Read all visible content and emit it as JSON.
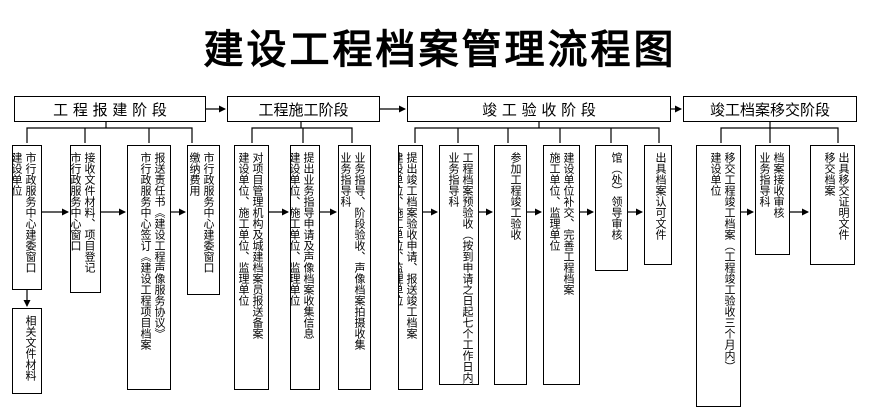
{
  "title": "建设工程档案管理流程图",
  "phases": [
    {
      "id": "p1",
      "label": "工 程 报 建 阶 段"
    },
    {
      "id": "p2",
      "label": "工程施工阶段"
    },
    {
      "id": "p3",
      "label": "竣  工  验  收  阶  段"
    },
    {
      "id": "p4",
      "label": "竣工档案移交阶段"
    }
  ],
  "steps": [
    {
      "id": "s1",
      "phase": "p1",
      "text": "市行政服务中心建委窗口\n建设单位"
    },
    {
      "id": "s1b",
      "phase": "p1",
      "text": "相关文件材料"
    },
    {
      "id": "s2",
      "phase": "p1",
      "text": "接收文件材料、项目登记\n市行政服务中心窗口"
    },
    {
      "id": "s3",
      "phase": "p1",
      "text": "报送责任书《建设工程声像服务协议》\n市行政服务中心签订《建设工程项目档案"
    },
    {
      "id": "s4",
      "phase": "p1",
      "text": "市行政服务中心建委窗口\n缴纳费用"
    },
    {
      "id": "s5",
      "phase": "p2",
      "text": "对项目管理机构及城建档案员报送备案\n建设单位、施工单位、监理单位"
    },
    {
      "id": "s6",
      "phase": "p2",
      "text": "提出业务指导申请及声像档案收集信息\n建设单位、施工单位、监理单位"
    },
    {
      "id": "s7",
      "phase": "p2",
      "text": "业务指导、阶段验收、声像档案拍摄收集\n业务指导科"
    },
    {
      "id": "s8",
      "phase": "p3",
      "text": "提出竣工档案验收申请、报送竣工档案\n建设单位、施工单位、监理单位"
    },
    {
      "id": "s9",
      "phase": "p3",
      "text": "工程档案预验收（按到申请之日起七个工作日内）\n业务指导科"
    },
    {
      "id": "s10",
      "phase": "p3",
      "text": "参加工程竣工验收"
    },
    {
      "id": "s11",
      "phase": "p3",
      "text": "建设单位补交、完善工程档案\n施工单位、监理单位"
    },
    {
      "id": "s12",
      "phase": "p3",
      "text": "馆（处）领导审核"
    },
    {
      "id": "s13",
      "phase": "p3",
      "text": "出具档案认可文件"
    },
    {
      "id": "s14",
      "phase": "p4",
      "text": "移交工程竣工档案（工程竣工验收三个月内）\n建设单位"
    },
    {
      "id": "s15",
      "phase": "p4",
      "text": "档案接收审核\n业务指导科"
    },
    {
      "id": "s16",
      "phase": "p4",
      "text": "出具移交证明文件\n移交档案"
    }
  ]
}
